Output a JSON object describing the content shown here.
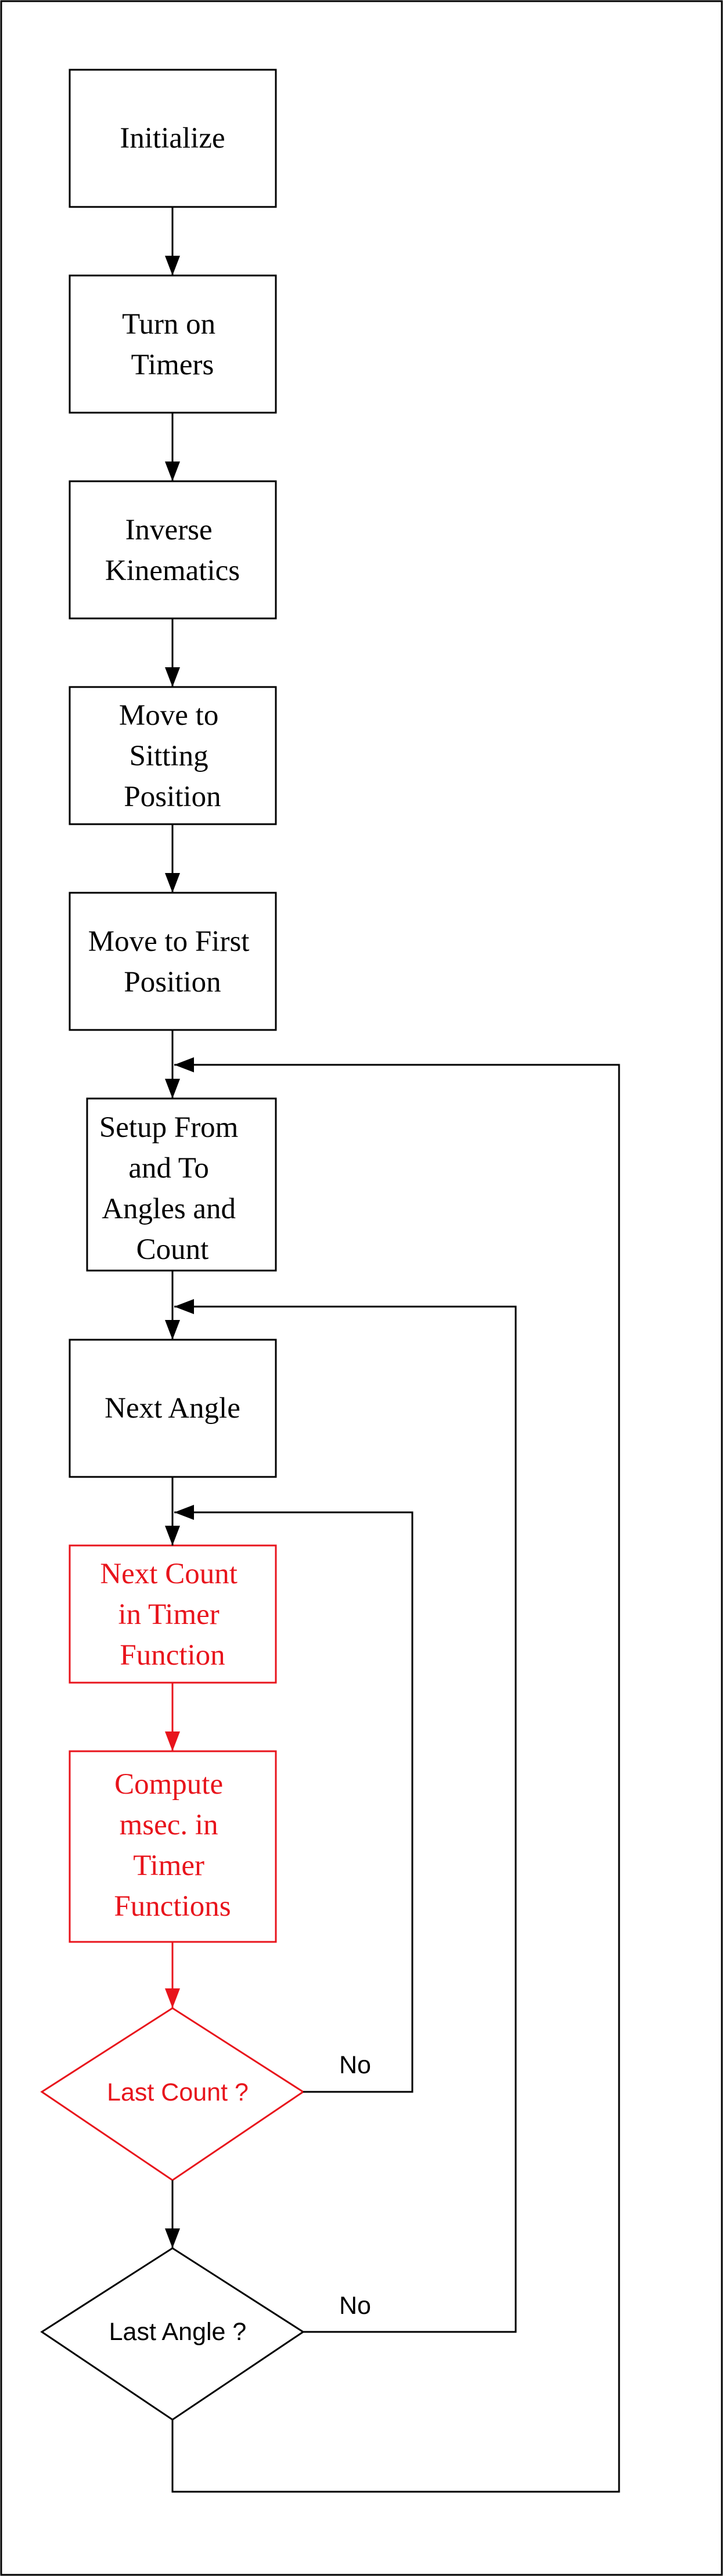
{
  "colors": {
    "default": "#000000",
    "highlight": "#e8141c",
    "background": "#ffffff"
  },
  "nodes": {
    "initialize": {
      "lines": [
        "Initialize"
      ],
      "shape": "process",
      "color": "default"
    },
    "turn_on_timers": {
      "lines": [
        "Turn on",
        "Timers"
      ],
      "shape": "process",
      "color": "default"
    },
    "inverse_kinematics": {
      "lines": [
        "Inverse",
        "Kinematics"
      ],
      "shape": "process",
      "color": "default"
    },
    "move_to_sitting": {
      "lines": [
        "Move to",
        "Sitting",
        "Position"
      ],
      "shape": "process",
      "color": "default"
    },
    "move_to_first": {
      "lines": [
        "Move to First",
        "Position"
      ],
      "shape": "process",
      "color": "default"
    },
    "setup_angles": {
      "lines": [
        "Setup  From",
        "and To",
        "Angles and",
        "Count"
      ],
      "shape": "process",
      "color": "default"
    },
    "next_angle": {
      "lines": [
        "Next Angle"
      ],
      "shape": "process",
      "color": "default"
    },
    "next_count": {
      "lines": [
        "Next Count",
        "in Timer",
        "Function"
      ],
      "shape": "process",
      "color": "highlight"
    },
    "compute_msec": {
      "lines": [
        "Compute",
        "msec. in",
        "Timer",
        "Functions"
      ],
      "shape": "process",
      "color": "highlight"
    },
    "last_count": {
      "lines": [
        "Last Count ?"
      ],
      "shape": "decision",
      "color": "highlight"
    },
    "last_angle": {
      "lines": [
        "Last Angle ?"
      ],
      "shape": "decision",
      "color": "default"
    }
  },
  "edge_labels": {
    "last_count_no": "No",
    "last_angle_no": "No"
  }
}
